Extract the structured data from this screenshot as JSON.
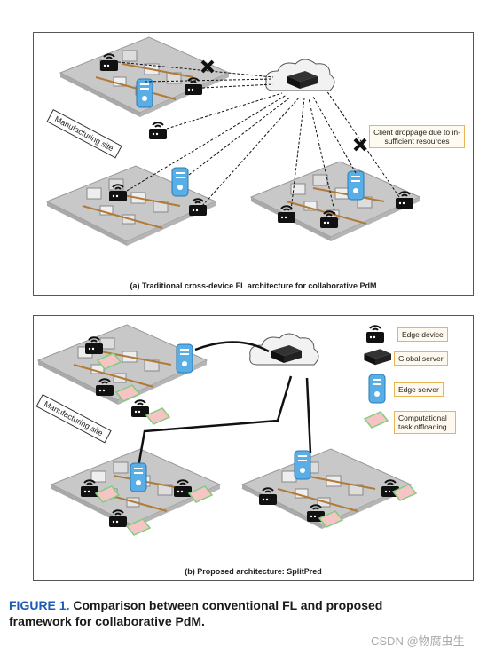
{
  "panel_a": {
    "caption": "(a) Traditional cross-device FL architecture for collaborative PdM",
    "site_label": "Manufacturing site",
    "note": "Client droppage due to in-sufficient resources"
  },
  "panel_b": {
    "caption": "(b) Proposed architecture: SplitPred",
    "site_label": "Manufacturing site",
    "legend": [
      {
        "icon": "edge-device-icon",
        "label": "Edge device"
      },
      {
        "icon": "global-server-icon",
        "label": "Global server"
      },
      {
        "icon": "edge-server-icon",
        "label": "Edge server"
      },
      {
        "icon": "task-offloading-icon",
        "label": "Computational task offloading"
      }
    ]
  },
  "figure": {
    "label": "FIGURE 1.",
    "caption": "Comparison between conventional FL and proposed framework for collaborative PdM."
  },
  "watermark": "CSDN @物腐虫生",
  "colors": {
    "edge_server": "#5aaee6",
    "offload_fill": "#f6c4c4",
    "offload_border": "#7ccf7c",
    "floor": "#c8c8c8",
    "figure_label": "#1e5bb5"
  }
}
